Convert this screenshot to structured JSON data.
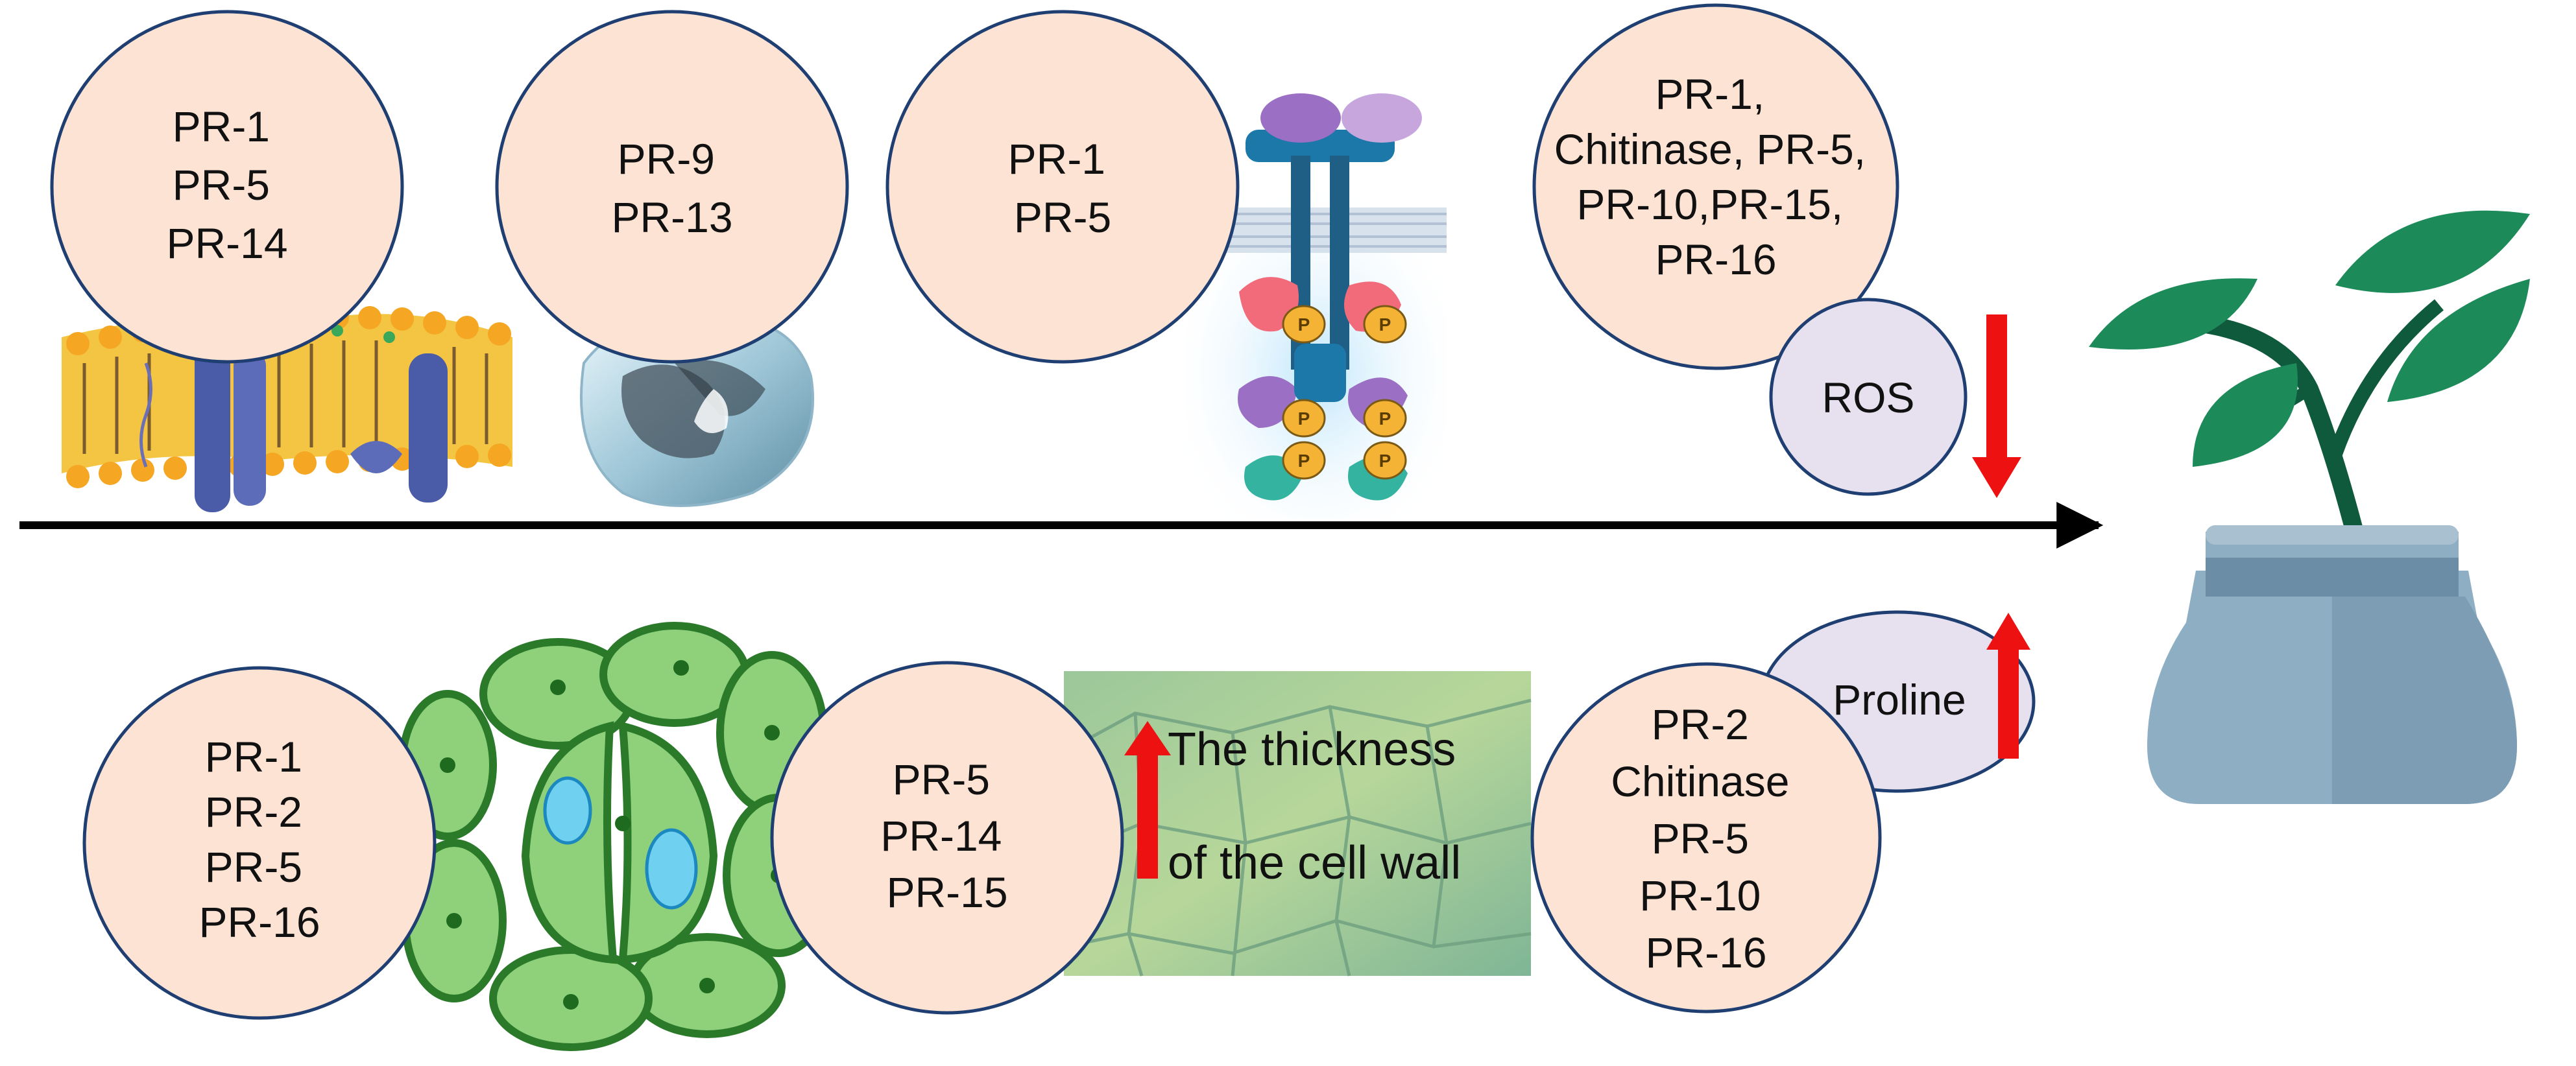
{
  "colors": {
    "circle_fill": "#fde3d4",
    "circle_stroke": "#1f3f73",
    "small_circle_fill": "#e6e0ef",
    "arrow_red": "#ee1111",
    "timeline": "#000000"
  },
  "top_row": [
    {
      "lines": [
        "PR-1",
        "PR-5",
        "PR-14"
      ],
      "icon": "cell-membrane-icon"
    },
    {
      "lines": [
        "PR-9",
        "PR-13"
      ],
      "icon": "ice-crystal-icon"
    },
    {
      "lines": [
        "PR-1",
        "PR-5"
      ],
      "icon": "receptor-kinase-icon"
    },
    {
      "lines": [
        "PR-1,",
        "Chitinase, PR-5,",
        "PR-10,PR-15,",
        "PR-16"
      ]
    }
  ],
  "ros": {
    "label": "ROS",
    "trend": "decrease"
  },
  "bottom_row": [
    {
      "lines": [
        "PR-1",
        "PR-2",
        "PR-5",
        "PR-16"
      ],
      "icon": "stomata-icon"
    },
    {
      "lines": [
        "PR-5",
        "PR-14",
        "PR-15"
      ],
      "icon": "cell-wall-texture-icon"
    },
    {
      "lines": [
        "PR-2",
        "Chitinase",
        "PR-5",
        "PR-10",
        "PR-16"
      ]
    }
  ],
  "cell_wall": {
    "line1": "The thickness",
    "line2": "of the cell wall",
    "trend": "increase"
  },
  "proline": {
    "label": "Proline",
    "trend": "increase"
  },
  "plant": {
    "icon": "potted-plant-icon"
  },
  "receptor": {
    "phospho_label": "P"
  }
}
